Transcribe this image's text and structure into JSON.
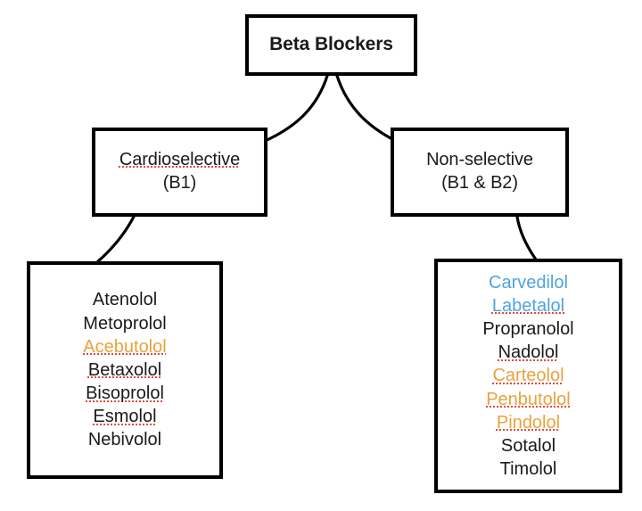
{
  "diagram": {
    "title": "Beta Blockers classification tree",
    "background": "#ffffff",
    "stroke": "#000000",
    "colors": {
      "text": "#1a1a1a",
      "orange": "#e8a33d",
      "blue": "#4fa3e3",
      "spellcheck_underline": "#e04b3a"
    },
    "root": {
      "label": "Beta Blockers"
    },
    "branches": {
      "left": {
        "line1": "Cardioselective",
        "line2": "(B1)",
        "line1_misspelled": true
      },
      "right": {
        "line1": "Non-selective",
        "line2": "(B1 & B2)",
        "line1_misspelled": false
      }
    },
    "leaves": {
      "cardioselective_drugs": [
        {
          "name": "Atenolol",
          "color": "black",
          "misspelled": false
        },
        {
          "name": "Metoprolol",
          "color": "black",
          "misspelled": false
        },
        {
          "name": "Acebutolol",
          "color": "orange",
          "misspelled": true
        },
        {
          "name": "Betaxolol",
          "color": "black",
          "misspelled": true
        },
        {
          "name": "Bisoprolol",
          "color": "black",
          "misspelled": true
        },
        {
          "name": "Esmolol",
          "color": "black",
          "misspelled": true
        },
        {
          "name": "Nebivolol",
          "color": "black",
          "misspelled": false
        }
      ],
      "nonselective_drugs": [
        {
          "name": "Carvedilol",
          "color": "blue",
          "misspelled": false
        },
        {
          "name": "Labetalol",
          "color": "blue",
          "misspelled": true
        },
        {
          "name": "Propranolol",
          "color": "black",
          "misspelled": false
        },
        {
          "name": "Nadolol",
          "color": "black",
          "misspelled": true
        },
        {
          "name": "Carteolol",
          "color": "orange",
          "misspelled": true
        },
        {
          "name": "Penbutolol",
          "color": "orange",
          "misspelled": true
        },
        {
          "name": "Pindolol",
          "color": "orange",
          "misspelled": true
        },
        {
          "name": "Sotalol",
          "color": "black",
          "misspelled": false
        },
        {
          "name": "Timolol",
          "color": "black",
          "misspelled": false
        }
      ]
    },
    "edges": [
      {
        "from": "root",
        "to": "cardioselective"
      },
      {
        "from": "root",
        "to": "nonselective"
      },
      {
        "from": "cardioselective",
        "to": "cardioselective_drugs"
      },
      {
        "from": "nonselective",
        "to": "nonselective_drugs"
      }
    ]
  }
}
